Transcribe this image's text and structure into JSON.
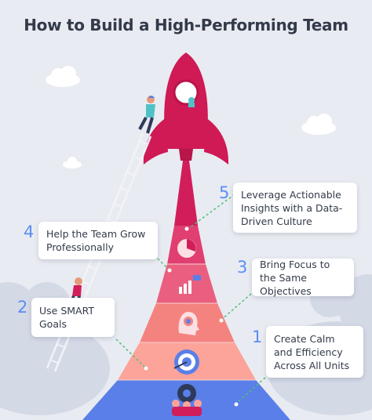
{
  "title": "How to Build a High-Performing Team",
  "steps": [
    {
      "number": "1",
      "label": "Create Calm and Efficiency Across All Units",
      "tier_color": "#fca39a"
    },
    {
      "number": "2",
      "label": "Use SMART Goals",
      "tier_color": "#f4837f"
    },
    {
      "number": "3",
      "label": "Bring Focus to the Same Objectives",
      "tier_color": "#ea5f7f"
    },
    {
      "number": "4",
      "label": "Help the Team Grow Professionally",
      "tier_color": "#e13e71"
    },
    {
      "number": "5",
      "label": "Leverage Actionable Insights with a Data-Driven Culture",
      "tier_color": "#d11e5a"
    }
  ],
  "colors": {
    "accent_number": "#5b8ef2",
    "rocket": "#cf1a55",
    "base_tier": "#5a7fe8",
    "connector": "#4cc274",
    "background": "#e9ebf2"
  },
  "icons": [
    "pie-chart-icon",
    "growth-people-icon",
    "target-head-icon",
    "bullseye-icon",
    "team-gear-icon"
  ]
}
